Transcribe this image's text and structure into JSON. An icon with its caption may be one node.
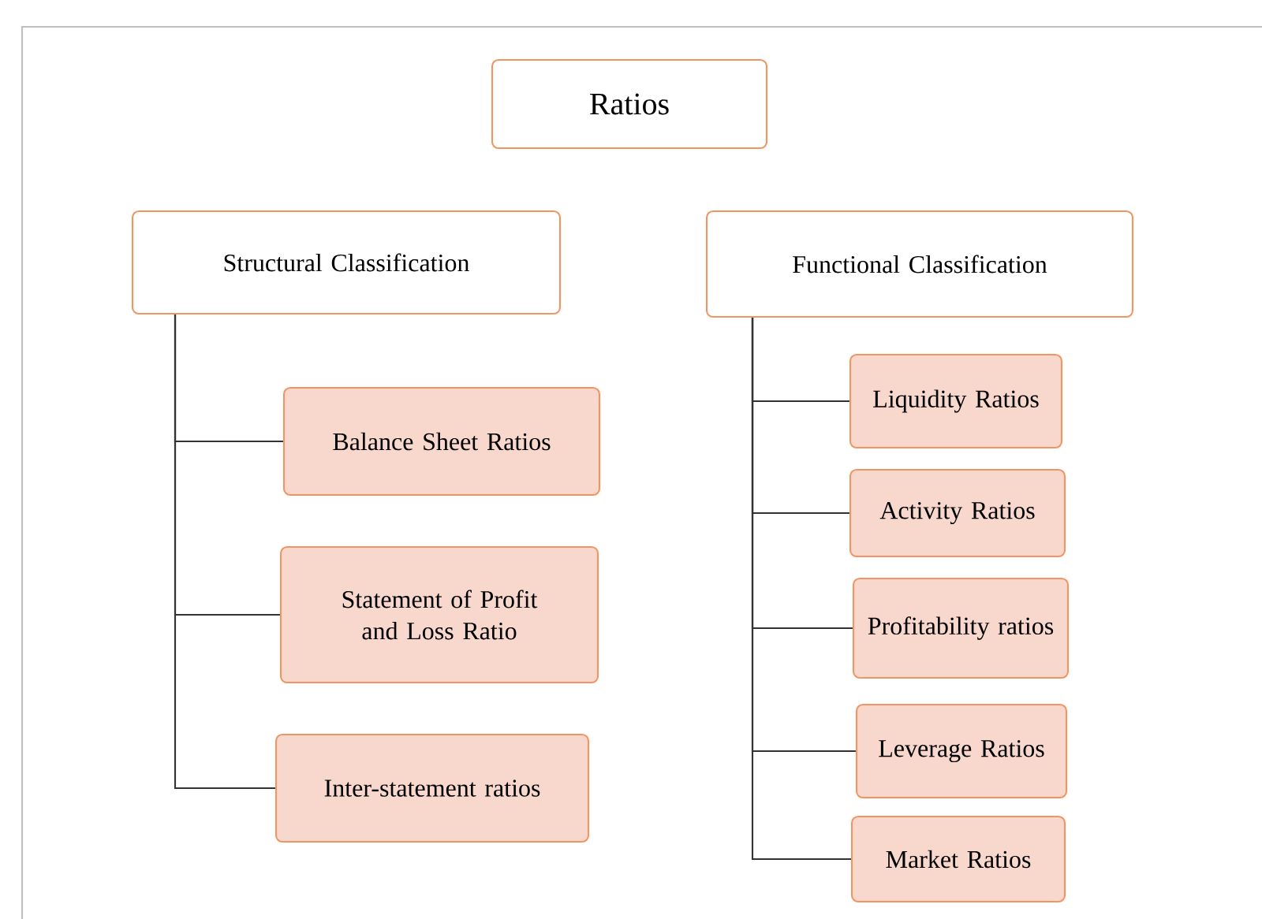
{
  "diagram": {
    "nodes": [
      {
        "text": [
          "Ratios"
        ]
      },
      {
        "text": [
          "Structural Classification"
        ]
      },
      {
        "text": [
          "Functional Classification"
        ]
      },
      {
        "text": [
          "Balance Sheet Ratios"
        ]
      },
      {
        "text": [
          "Statement of Profit and Loss Ratio"
        ]
      },
      {
        "text": [
          "Inter-statement ratios"
        ]
      },
      {
        "text": [
          "Liquidity Ratios"
        ]
      },
      {
        "text": [
          "Activity Ratios"
        ]
      },
      {
        "text": [
          "Profitability ratios"
        ]
      },
      {
        "text": [
          "Leverage Ratios"
        ]
      },
      {
        "text": [
          "Market Ratios"
        ]
      }
    ],
    "edges": [
      {
        "from": 1,
        "to": 3,
        "arrow": "none"
      },
      {
        "from": 1,
        "to": 4,
        "arrow": "none"
      },
      {
        "from": 1,
        "to": 5,
        "arrow": "none"
      },
      {
        "from": 2,
        "to": 6,
        "arrow": "none"
      },
      {
        "from": 2,
        "to": 7,
        "arrow": "none"
      },
      {
        "from": 2,
        "to": 8,
        "arrow": "none"
      },
      {
        "from": 2,
        "to": 9,
        "arrow": "none"
      },
      {
        "from": 2,
        "to": 10,
        "arrow": "none"
      }
    ]
  }
}
